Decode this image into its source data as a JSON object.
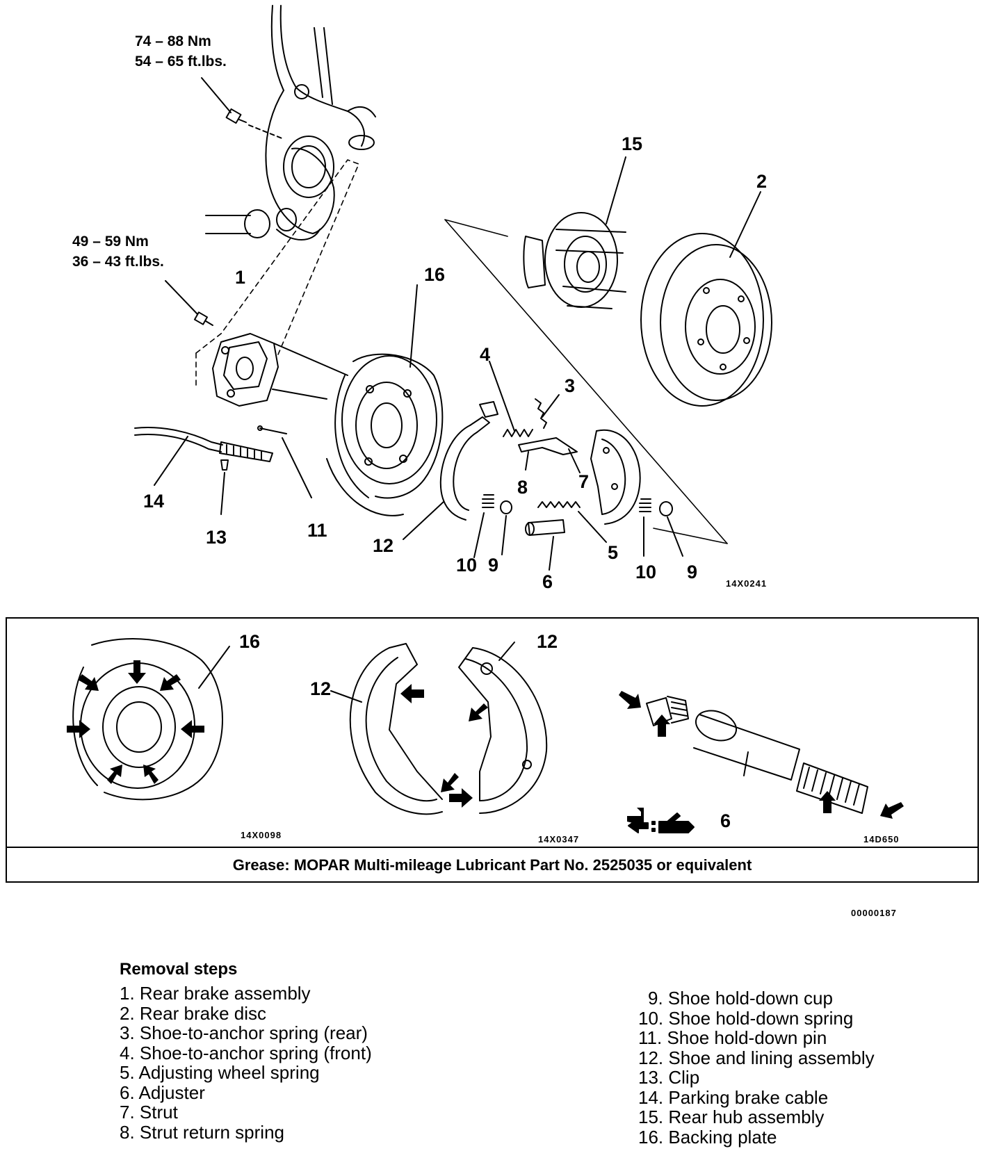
{
  "torque_specs": [
    {
      "nm": "74 – 88 Nm",
      "ftlbs": "54 – 65 ft.lbs."
    },
    {
      "nm": "49 – 59 Nm",
      "ftlbs": "36 – 43 ft.lbs."
    }
  ],
  "callouts": {
    "c1": "1",
    "c2": "2",
    "c3": "3",
    "c4": "4",
    "c5": "5",
    "c6": "6",
    "c7": "7",
    "c8": "8",
    "c9a": "9",
    "c9b": "9",
    "c10a": "10",
    "c10b": "10",
    "c11": "11",
    "c12": "12",
    "c13": "13",
    "c14": "14",
    "c15": "15",
    "c16": "16"
  },
  "figure_codes": {
    "main": "14X0241",
    "panel_left": "14X0098",
    "panel_middle": "14X0347",
    "panel_right": "14D650",
    "sheet": "00000187"
  },
  "detail_panel": {
    "left_label": "16",
    "middle_label_a": "12",
    "middle_label_b": "12",
    "right_label": "6",
    "grease_note": "Grease: MOPAR Multi-mileage Lubricant Part No. 2525035 or equivalent"
  },
  "removal": {
    "title": "Removal steps",
    "steps_left": [
      "1. Rear brake assembly",
      "2. Rear brake disc",
      "3. Shoe-to-anchor spring (rear)",
      "4. Shoe-to-anchor spring (front)",
      "5. Adjusting wheel spring",
      "6. Adjuster",
      "7. Strut",
      "8. Strut return spring"
    ],
    "steps_right": [
      "9. Shoe hold-down cup",
      "10. Shoe hold-down spring",
      "11. Shoe hold-down pin",
      "12. Shoe and lining assembly",
      "13. Clip",
      "14. Parking brake cable",
      "15. Rear hub assembly",
      "16. Backing plate"
    ]
  }
}
